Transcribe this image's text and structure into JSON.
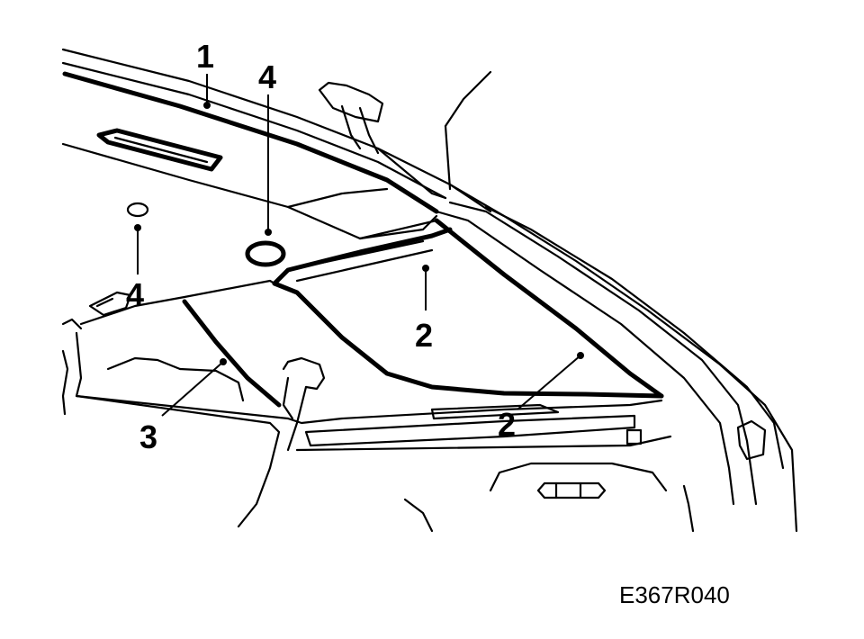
{
  "callouts": {
    "c1": "1",
    "c2a": "2",
    "c2b": "2",
    "c3": "3",
    "c4a": "4",
    "c4b": "4"
  },
  "figure_code": "E367R040",
  "colors": {
    "ink": "#000000",
    "paper": "#ffffff"
  }
}
